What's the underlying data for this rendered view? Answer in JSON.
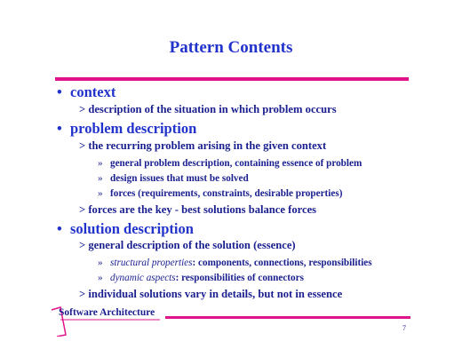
{
  "slide": {
    "title": "Pattern Contents",
    "items": [
      {
        "bullet": "•",
        "text": "context"
      },
      {
        "bullet": "•",
        "text": "problem description"
      },
      {
        "bullet": "•",
        "text": "solution description"
      }
    ],
    "subs": [
      "> description of the situation in which problem occurs",
      "> the recurring problem arising in the given context",
      "> forces are the key - best solutions balance forces",
      "> general description of the solution (essence)",
      "> individual solutions vary in details, but not in essence"
    ],
    "subsubs": [
      {
        "marker": "»",
        "text": "general problem description, containing essence of problem"
      },
      {
        "marker": "»",
        "text": "design issues that must be solved"
      },
      {
        "marker": "»",
        "text": "forces (requirements, constraints, desirable properties)"
      },
      {
        "marker": "»",
        "italic": "structural properties",
        "text": ": components, connections, responsibilities"
      },
      {
        "marker": "»",
        "italic": "dynamic aspects",
        "text": ": responsibilities of connectors"
      }
    ],
    "footer": {
      "label": "Software Architecture",
      "page": "7"
    },
    "colors": {
      "accent": "#e0148a",
      "title": "#2233cc",
      "text": "#1a1f8f"
    }
  }
}
